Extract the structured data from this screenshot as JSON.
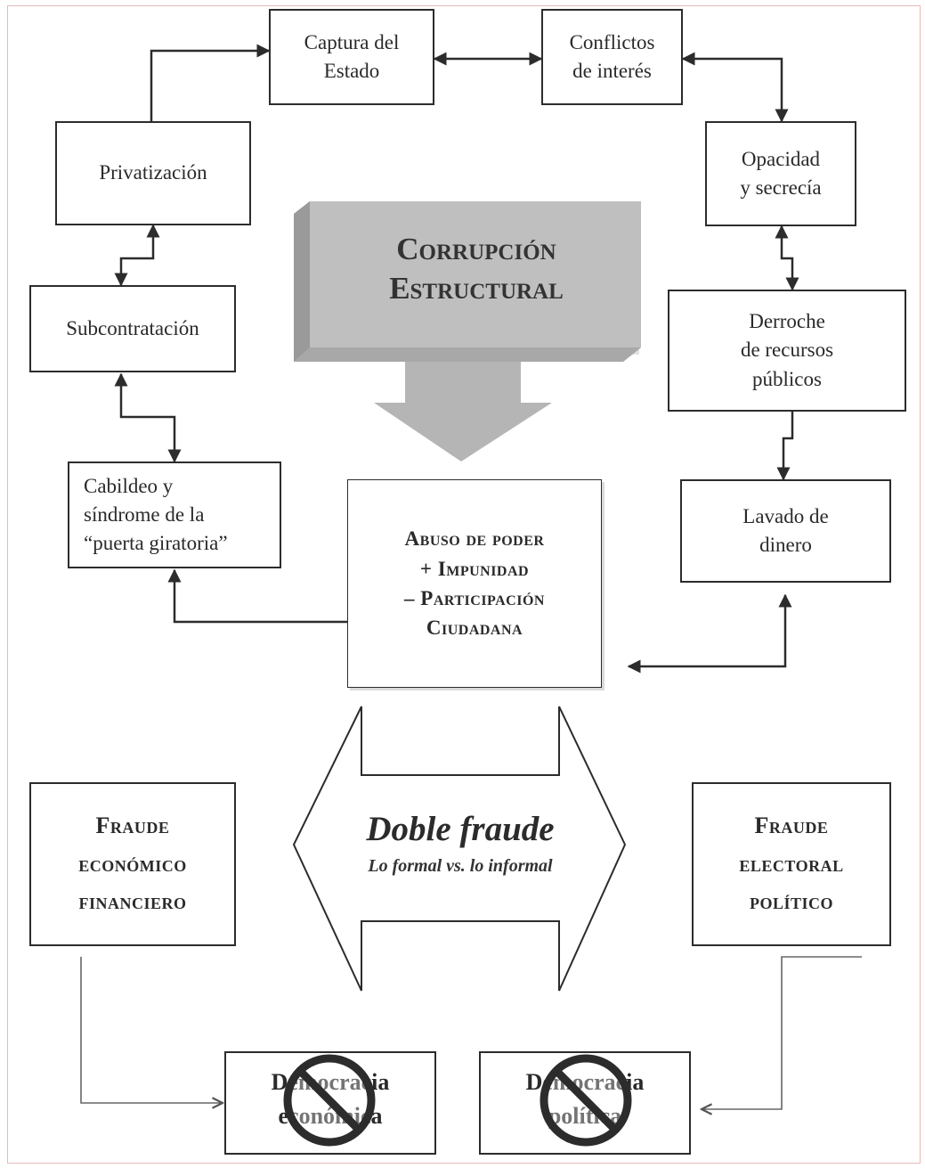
{
  "diagram": {
    "top_boxes": {
      "captura": [
        "Captura del",
        "Estado"
      ],
      "conflictos": [
        "Conflictos",
        "de interés"
      ],
      "privatizacion": [
        "Privatización"
      ],
      "opacidad": [
        "Opacidad",
        "y secrecía"
      ],
      "subcontratacion": [
        "Subcontratación"
      ],
      "derroche": [
        "Derroche",
        "de recursos",
        "públicos"
      ],
      "cabildeo": [
        "Cabildeo y",
        "síndrome de la",
        "“puerta giratoria”"
      ],
      "lavado": [
        "Lavado de",
        "dinero"
      ]
    },
    "center_title": [
      "Corrupción",
      "Estructural"
    ],
    "abuso_box": [
      "Abuso de poder",
      "+ Impunidad",
      "– Participación",
      "Ciudadana"
    ],
    "double_arrow": {
      "title": "Doble fraude",
      "subtitle": "Lo formal vs. lo informal"
    },
    "fraude_economico": [
      "Fraude",
      "económico",
      "financiero"
    ],
    "fraude_electoral": [
      "Fraude",
      "electoral",
      "político"
    ],
    "negated_boxes": {
      "democracia_economica": [
        "Democracia",
        "económica"
      ],
      "democracia_politica": [
        "Democracia",
        "política"
      ]
    },
    "colors": {
      "border": "#2c2c2c",
      "arrow_face": "#bdbdbd",
      "arrow_side": "#8f8f8f",
      "frame": "#e7b9b9"
    },
    "icons": [
      "no-sign-icon"
    ]
  }
}
